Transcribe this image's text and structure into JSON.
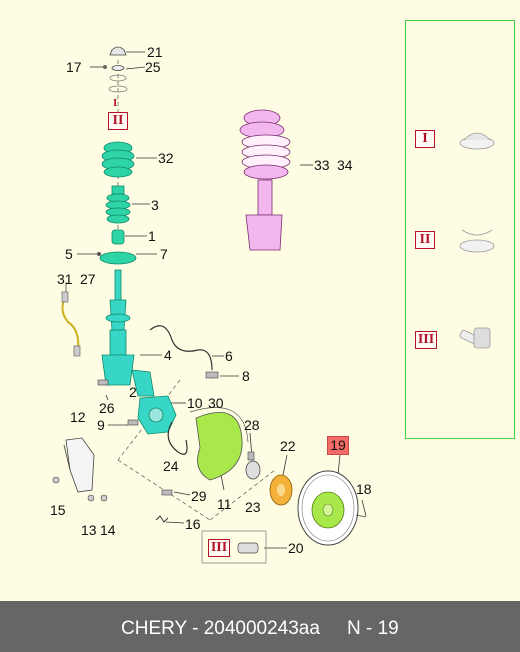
{
  "callouts": {
    "n21": "21",
    "n17": "17",
    "n25": "25",
    "n32": "32",
    "n3": "3",
    "n1": "1",
    "n5": "5",
    "n7": "7",
    "n31": "31",
    "n27": "27",
    "n33": "33",
    "n34": "34",
    "n4": "4",
    "n6": "6",
    "n8": "8",
    "n26": "26",
    "n2": "2",
    "n10": "10",
    "n30": "30",
    "n9": "9",
    "n12": "12",
    "n28": "28",
    "n22": "22",
    "n24": "24",
    "n29": "29",
    "n11": "11",
    "n23": "23",
    "n18": "18",
    "n15": "15",
    "n13": "13",
    "n14": "14",
    "n16": "16",
    "n20": "20"
  },
  "highlighted_callout": "19",
  "kit_markers": {
    "one": "I",
    "two": "II",
    "three": "III"
  },
  "footer": {
    "text": "CHERY - 204000243aa",
    "page": "N - 19"
  },
  "colors": {
    "background": "#fefde3",
    "spring_green": "#2ed3a6",
    "strut_pink": "#f2b8ee",
    "knuckle_cyan": "#38d6c6",
    "disc_lime": "#a9e84a",
    "hub_orange": "#f3b13a",
    "marker_red": "#b3122a",
    "highlight_red": "#f36b66",
    "panel_border": "#3fd13f",
    "footer_bg": "#666666"
  }
}
